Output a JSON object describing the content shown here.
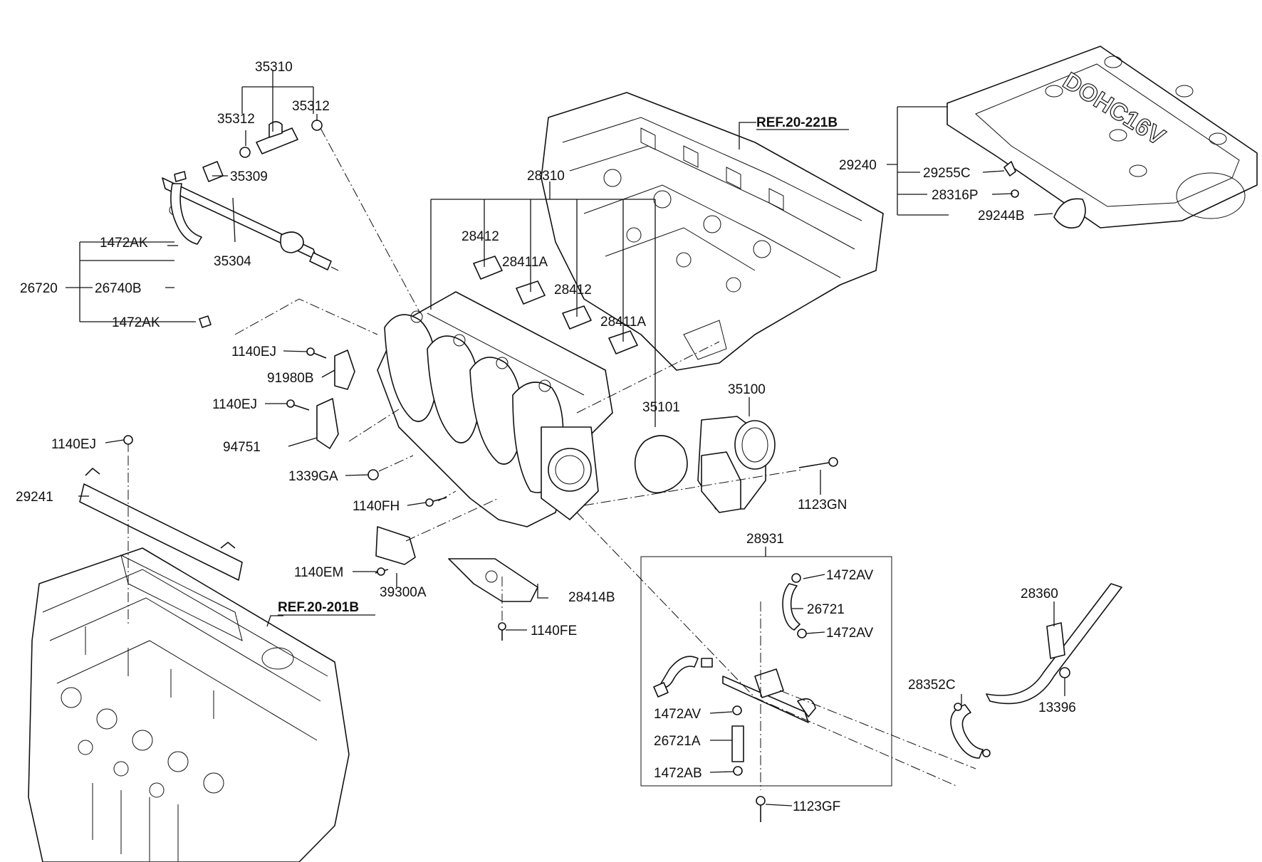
{
  "labels": {
    "p35310": "35310",
    "p35312a": "35312",
    "p35312b": "35312",
    "p35309": "35309",
    "p35304": "35304",
    "p1472AK_a": "1472AK",
    "p26720": "26720",
    "p26740B": "26740B",
    "p1472AK_b": "1472AK",
    "p1140EJ_a": "1140EJ",
    "p91980B": "91980B",
    "p1140EJ_b": "1140EJ",
    "p94751": "94751",
    "p1339GA": "1339GA",
    "p1140EJ_c": "1140EJ",
    "p29241": "29241",
    "p1140FH": "1140FH",
    "p1140EM": "1140EM",
    "p39300A": "39300A",
    "p28414B": "28414B",
    "p1140FE": "1140FE",
    "p28310": "28310",
    "p28412a": "28412",
    "p28411Aa": "28411A",
    "p28412b": "28412",
    "p28411Ab": "28411A",
    "p35101": "35101",
    "p35100": "35100",
    "p1123GN": "1123GN",
    "p28931": "28931",
    "p1472AVa": "1472AV",
    "p26721": "26721",
    "p1472AVb": "1472AV",
    "p1472AVc": "1472AV",
    "p26721A": "26721A",
    "p1472AB": "1472AB",
    "p1123GF": "1123GF",
    "p28360": "28360",
    "p28352C": "28352C",
    "p13396": "13396",
    "p29240": "29240",
    "p29255C": "29255C",
    "p28316P": "28316P",
    "p29244B": "29244B",
    "ref221B": "REF.20-221B",
    "ref201B": "REF.20-201B",
    "coverText": "DOHC16V"
  }
}
